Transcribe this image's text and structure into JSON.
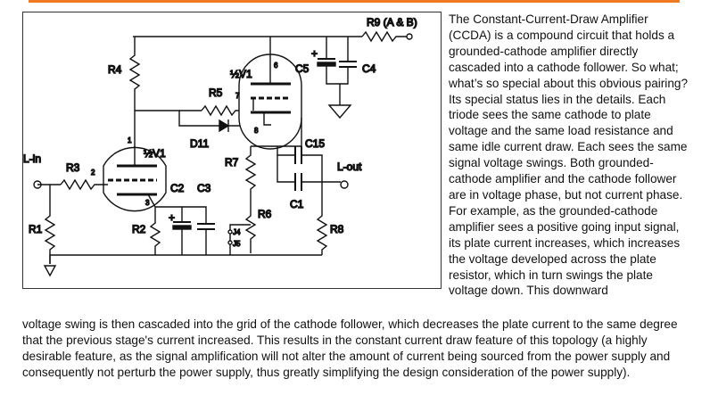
{
  "figure": {
    "labels": {
      "r9": "R9 (A & B)",
      "r4": "R4",
      "half_v1_top": "½V1",
      "c5": "C5",
      "c4": "C4",
      "r5": "R5",
      "d11": "D11",
      "half_v1_bottom": "½V1",
      "r7": "R7",
      "c15": "C15",
      "l_out": "L-out",
      "l_in": "L-in",
      "r3": "R3",
      "c2": "C2",
      "c3": "C3",
      "c1": "C1",
      "r6": "R6",
      "r1": "R1",
      "r2": "R2",
      "r8": "R8",
      "j4": "J4",
      "j5": "J5",
      "pin_1": "1",
      "pin_2": "2",
      "pin_3": "3",
      "pin_6": "6",
      "pin_7": "7",
      "pin_8": "8",
      "plus_c5": "+",
      "plus_c2": "+"
    }
  },
  "text": {
    "side": "The Constant-Current-Draw Amplifier (CCDA) is a compound circuit that holds a grounded-cathode amplifier directly cascaded into a cathode follower. So what; what’s so special about this obvious pairing? Its special status lies in the details. Each triode sees the same cathode to plate voltage and the same load resistance and same idle current draw. Each sees the same signal voltage swings. Both grounded-cathode amplifier and the cathode follower are in voltage phase, but not current phase. For example, as the grounded-cathode amplifier sees a positive going input signal, its plate current increases, which increases the voltage developed across the plate resistor, which in turn swings the plate voltage down. This downward",
    "bottom": "voltage swing is then cascaded into the grid of the cathode follower, which decreases the plate current to the same degree that the previous stage's current increased. This results in the constant current draw feature of this topology (a highly desirable feature, as the signal amplification will not alter the amount of current being sourced from the power supply and consequently not perturb the power supply, thus greatly simplifying the design consideration of the power supply)."
  }
}
